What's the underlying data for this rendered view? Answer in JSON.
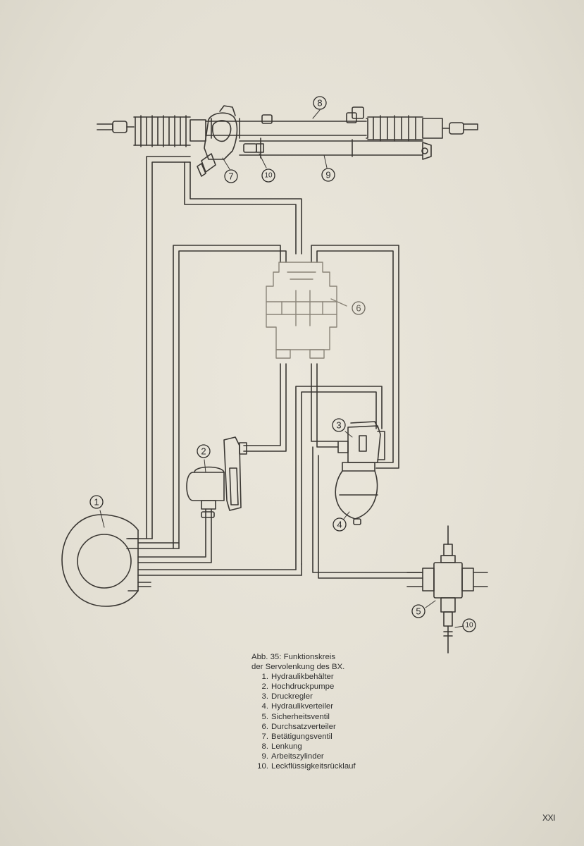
{
  "caption": {
    "title_line1": "Abb. 35: Funktionskreis",
    "title_line2": "der Servolenkung des BX.",
    "items": [
      {
        "num": "1.",
        "label": "Hydraulikbehälter"
      },
      {
        "num": "2.",
        "label": "Hochdruckpumpe"
      },
      {
        "num": "3.",
        "label": "Druckregler"
      },
      {
        "num": "4.",
        "label": "Hydraulikverteiler"
      },
      {
        "num": "5.",
        "label": "Sicherheitsventil"
      },
      {
        "num": "6.",
        "label": "Durchsatzverteiler"
      },
      {
        "num": "7.",
        "label": "Betätigungsventil"
      },
      {
        "num": "8.",
        "label": "Lenkung"
      },
      {
        "num": "9.",
        "label": "Arbeitszylinder"
      },
      {
        "num": "10.",
        "label": "Leckflüssigkeitsrücklauf"
      }
    ]
  },
  "callouts": {
    "c1": "1",
    "c2": "2",
    "c3": "3",
    "c4": "4",
    "c5": "5",
    "c6": "6",
    "c7": "7",
    "c8": "8",
    "c9": "9",
    "c10a": "10",
    "c10b": "10"
  },
  "page_number": "XXI",
  "colors": {
    "ink": "#3a3733",
    "faded_ink": "#8a8478",
    "paper": "#e4e0d4"
  }
}
